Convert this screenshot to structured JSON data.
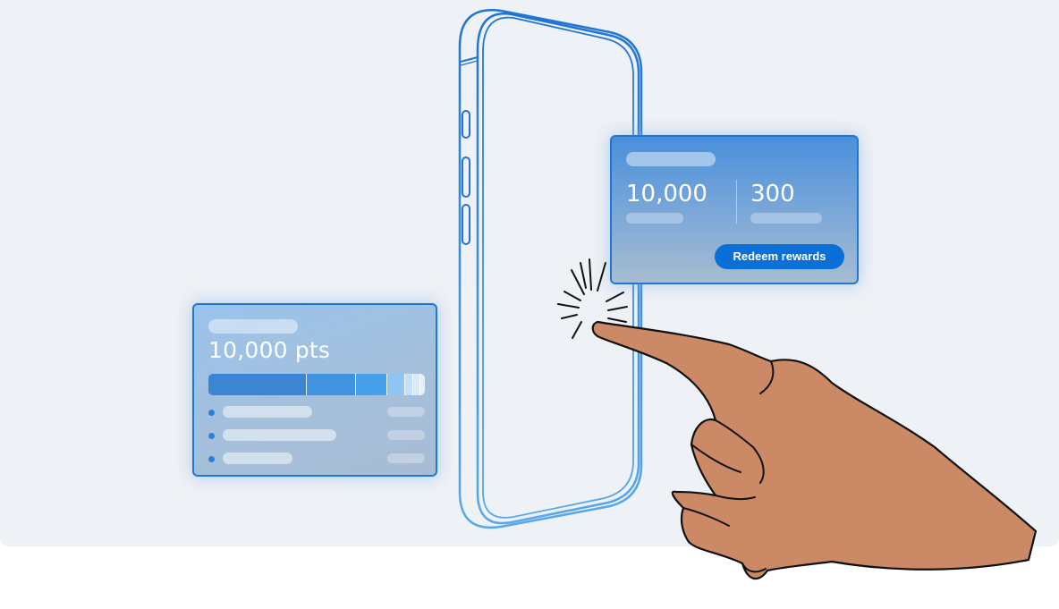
{
  "points_card": {
    "points_text": "10,000 pts",
    "progress_segments": [
      {
        "share": 0.46,
        "color": "#3a86d3"
      },
      {
        "share": 0.23,
        "color": "#3f93e0"
      },
      {
        "share": 0.145,
        "color": "#49a0ea"
      },
      {
        "share": 0.08,
        "color": "#8ec5f3"
      },
      {
        "share": 0.035,
        "color": "#c4e0f8"
      },
      {
        "share": 0.03,
        "color": "#dbe9f5"
      },
      {
        "share": 0.02,
        "color": "#e6eef6"
      }
    ],
    "list_items": [
      {
        "id": "item-1"
      },
      {
        "id": "item-2"
      },
      {
        "id": "item-3"
      }
    ]
  },
  "rewards_card": {
    "stat_1_value": "10,000",
    "stat_2_value": "300",
    "redeem_button_label": "Redeem rewards"
  },
  "colors": {
    "accent": "#1f78d6",
    "button": "#0b6fd8",
    "backdrop": "#eef1f5",
    "skin": "#cb8a65",
    "outline": "#111111"
  },
  "illustration": {
    "device": "smartphone-outline",
    "gesture": "pointing-hand-tap"
  }
}
